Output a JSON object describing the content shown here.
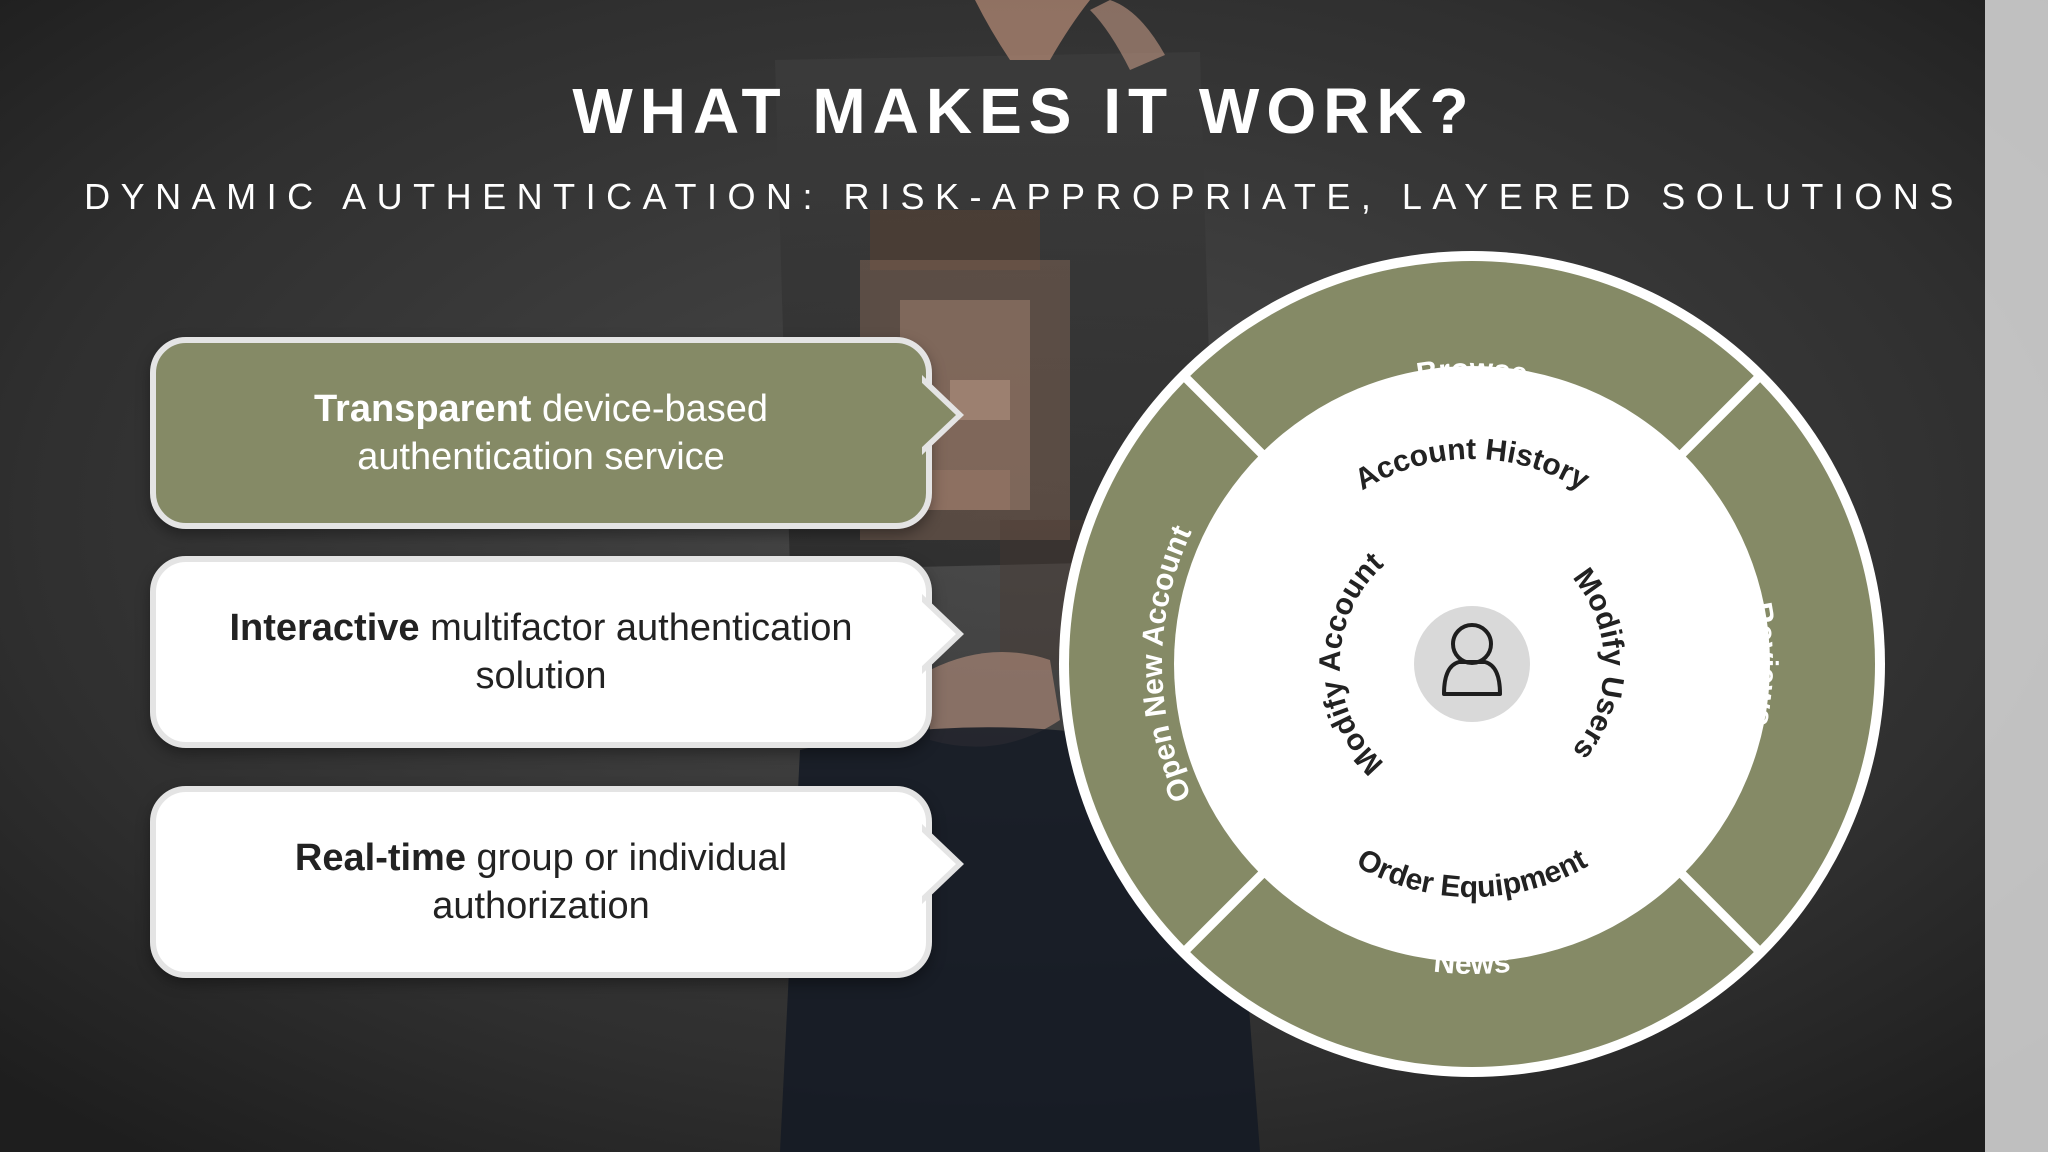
{
  "slide": {
    "title": "WHAT MAKES IT WORK?",
    "subtitle": "DYNAMIC AUTHENTICATION: RISK-APPROPRIATE, LAYERED SOLUTIONS"
  },
  "bubbles": [
    {
      "bold": "Transparent",
      "rest": " device-based authentication service",
      "style": "green"
    },
    {
      "bold": "Interactive",
      "rest": " multifactor authentication solution",
      "style": "white"
    },
    {
      "bold": "Real-time",
      "rest": " group or individual authorization",
      "style": "white"
    }
  ],
  "wheel": {
    "outer_ring_color": "#858a66",
    "outer_labels": {
      "top": "Browse",
      "right": "Reviews",
      "bottom": "News",
      "left": "Open New Account"
    },
    "inner_labels": {
      "top": "Account History",
      "bottom": "Order Equipment",
      "left": "Modify Account",
      "right": "Modify Users"
    },
    "center_icon": "user-icon"
  },
  "colors": {
    "accent_green": "#858a66",
    "background": "#2c2c2c",
    "text_light": "#ffffff",
    "text_dark": "#222222"
  }
}
